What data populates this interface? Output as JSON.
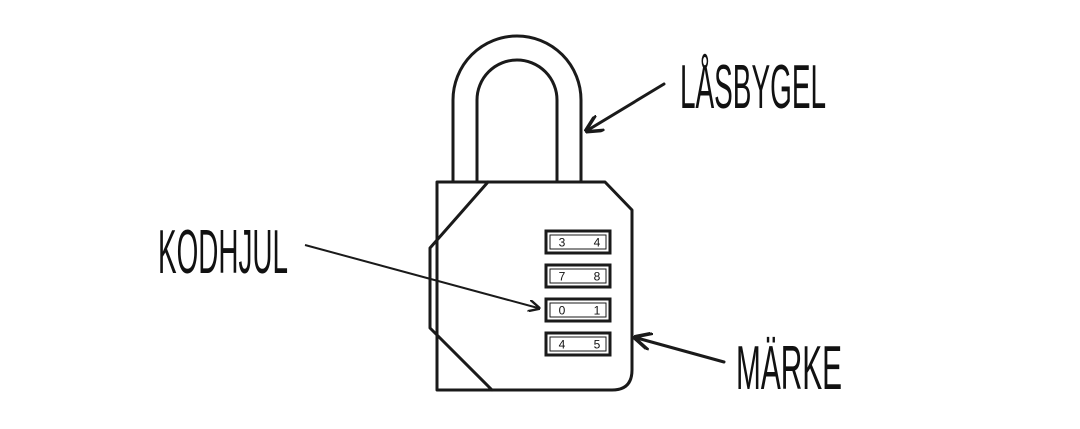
{
  "labels": {
    "shackle": "LÅSBYGEL",
    "dials": "KODHJUL",
    "brand": "MÄRKE"
  },
  "dials": [
    {
      "left": "3",
      "right": "4"
    },
    {
      "left": "7",
      "right": "8"
    },
    {
      "left": "0",
      "right": "1"
    },
    {
      "left": "4",
      "right": "5"
    }
  ],
  "colors": {
    "ink": "#1a1a1a",
    "background": "#ffffff"
  }
}
